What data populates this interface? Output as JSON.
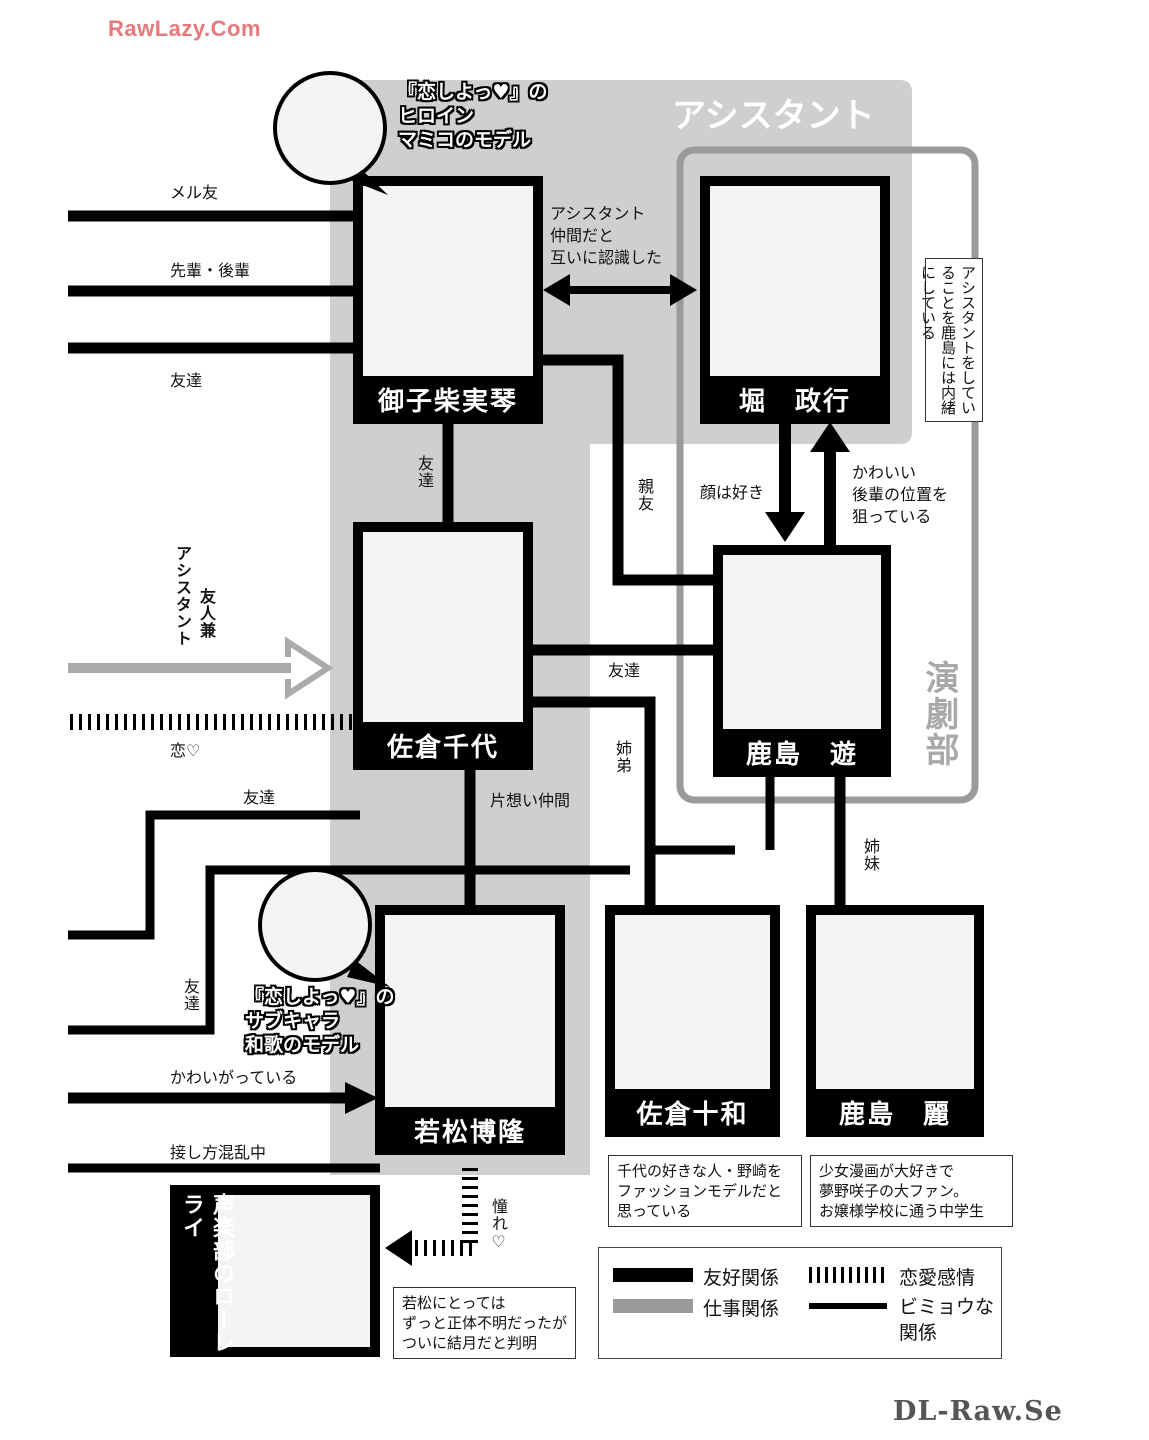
{
  "watermarks": {
    "top": "RawLazy.Com",
    "bottom": "DL-Raw.Se"
  },
  "groups": {
    "assistant": "アシスタント",
    "drama_club": "演劇部"
  },
  "characters": {
    "mikoshiba": "御子柴実琴",
    "hori": "堀　政行",
    "chiyo": "佐倉千代",
    "kashima": "鹿島　遊",
    "wakamatsu": "若松博隆",
    "towa": "佐倉十和",
    "rei": "鹿島　麗",
    "lorelei": "声楽部のローレライ"
  },
  "bubbles": {
    "mamiko": [
      "『恋しよっ♥』の",
      "ヒロイン",
      "マミコのモデル"
    ],
    "waka": [
      "『恋しよっ♥』の",
      "サブキャラ",
      "和歌のモデル"
    ]
  },
  "labels": {
    "meru": "メル友",
    "senpai": "先輩・後輩",
    "tomo1": "友達",
    "assist_mutual": [
      "アシスタント",
      "仲間だと",
      "互いに認識した"
    ],
    "tomo_v": "友達",
    "shinyu": "親友",
    "kao": "顔は好き",
    "kawaii": [
      "かわいい",
      "後輩の位置を",
      "狙っている"
    ],
    "yujin": "友人兼",
    "assist_v": "アシスタント",
    "koi": "恋♡",
    "tomo_mid": "友達",
    "shitei": "姉弟",
    "tomo_left": "友達",
    "kataomoi": "片想い仲間",
    "shimai": "姉妹",
    "tomo_low": "友達",
    "kawaigatte": "かわいがっている",
    "sesshi": "接し方混乱中",
    "akogare": "憧れ♡"
  },
  "notes": {
    "hori": "アシスタントをしていることを鹿島には内緒にしている",
    "towa": [
      "千代の好きな人・野崎を",
      "ファッションモデルだと",
      "思っている"
    ],
    "rei": [
      "少女漫画が大好きで",
      "夢野咲子の大ファン。",
      "お嬢様学校に通う中学生"
    ],
    "wakamatsu": [
      "若松にとっては",
      "ずっと正体不明だったが",
      "ついに結月だと判明"
    ]
  },
  "legend": {
    "friendship": "友好関係",
    "work": "仕事関係",
    "romance": "恋愛感情",
    "subtle": [
      "ビミョウな",
      "関係"
    ]
  },
  "colors": {
    "friendship": "#000000",
    "work": "#9a9a9a",
    "group_bg": "#cfcfcf",
    "drama_border": "#9a9a9a"
  }
}
